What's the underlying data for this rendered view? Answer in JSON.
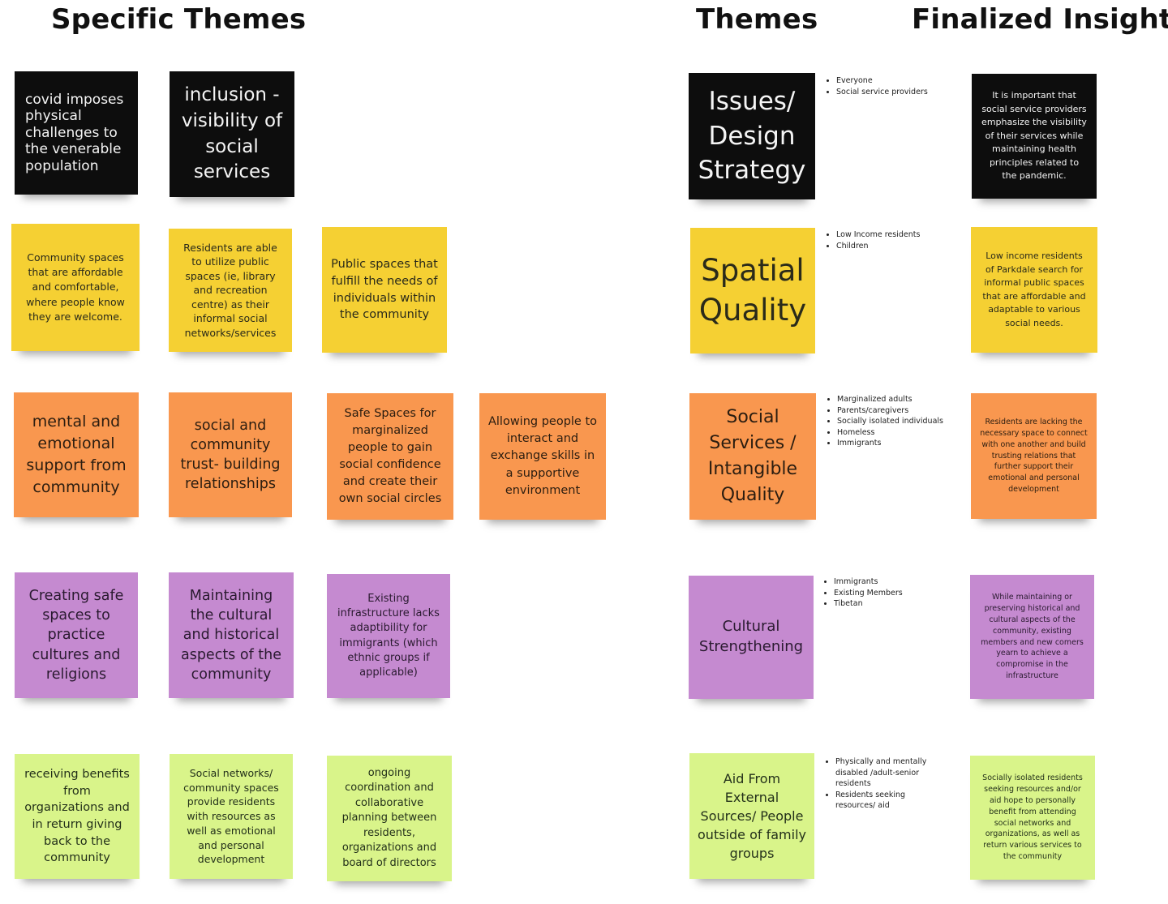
{
  "headings": {
    "specific_themes": "Specific Themes",
    "themes": "Themes",
    "finalized_insights": "Finalized Insights"
  },
  "colors": {
    "black": "#0d0d0d",
    "yellow": "#f5d033",
    "orange": "#f9974f",
    "purple": "#c58ad0",
    "green": "#d9f48a"
  },
  "specific": {
    "black": [
      "covid imposes physical challenges to the venerable population",
      "inclusion - visibility of social services"
    ],
    "yellow": [
      "Community spaces that are affordable and comfortable, where people know they are welcome.",
      "Residents are able to utilize public spaces (ie, library and recreation centre) as their informal social networks/services",
      "Public spaces that fulfill the needs of individuals within the community"
    ],
    "orange": [
      "mental and emotional support from community",
      "social and community trust- building relationships",
      "Safe Spaces for marginalized people to gain social confidence and create their own social circles",
      "Allowing people to interact and exchange skills in a supportive environment"
    ],
    "purple": [
      "Creating safe spaces to practice cultures and religions",
      "Maintaining the cultural and historical aspects of the community",
      "Existing infrastructure lacks adaptibility for immigrants (which ethnic groups if applicable)"
    ],
    "green": [
      "receiving benefits from organizations and in return giving back to the community",
      "Social networks/ community spaces provide residents with resources as well as emotional and personal development",
      "ongoing coordination and collaborative planning between residents, organizations and board of directors"
    ]
  },
  "themes": [
    {
      "title": "Issues/ Design Strategy",
      "groups": [
        "Everyone",
        "Social service providers"
      ],
      "insight": "It is important that social service providers emphasize the visibility of their services while maintaining health principles related to the pandemic."
    },
    {
      "title": "Spatial Quality",
      "groups": [
        "Low Income residents",
        "Children"
      ],
      "insight": "Low income residents of Parkdale search for informal public spaces that are  affordable and adaptable to various social needs."
    },
    {
      "title": "Social Services / Intangible Quality",
      "groups": [
        "Marginalized adults",
        "Parents/caregivers",
        "Socially isolated individuals",
        "Homeless",
        "Immigrants"
      ],
      "insight": "Residents are lacking the necessary space to connect with one another and build trusting relations that further support their emotional and personal development"
    },
    {
      "title": "Cultural Strengthening",
      "groups": [
        "Immigrants",
        "Existing Members",
        "Tibetan"
      ],
      "insight": "While maintaining or preserving historical and cultural aspects of the community, existing members and new comers yearn to achieve a compromise in the infrastructure"
    },
    {
      "title": "Aid From External Sources/ People outside of family groups",
      "groups": [
        "Physically and mentally disabled /adult-senior residents",
        "Residents seeking resources/ aid"
      ],
      "insight": "Socially isolated residents seeking resources and/or aid hope to personally benefit from attending social networks and organizations, as well as return various services to the community"
    }
  ]
}
